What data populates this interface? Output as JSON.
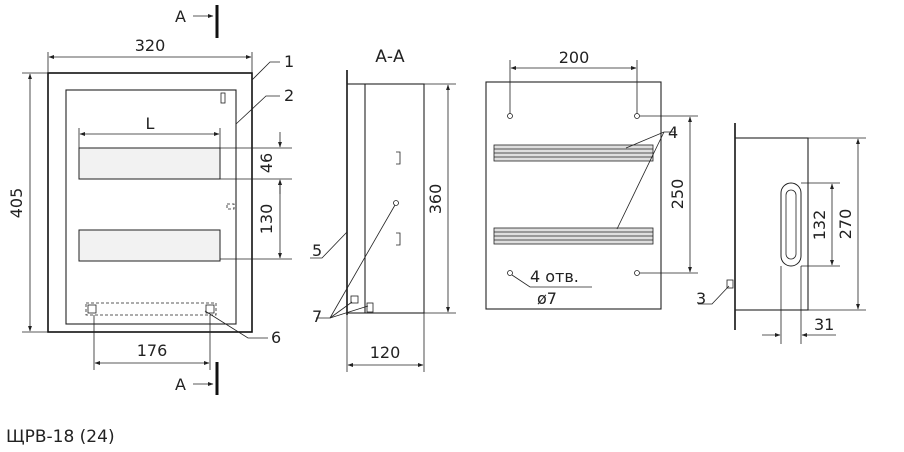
{
  "title": "ЩРВ-18 (24)",
  "section": {
    "name": "А-А",
    "marker_top": "А",
    "marker_bottom": "А"
  },
  "front_view": {
    "width": "320",
    "height": "405",
    "din_length": "L",
    "din_height": "46",
    "din_pitch": "130",
    "bottom_span": "176"
  },
  "section_view": {
    "height": "360",
    "depth": "120"
  },
  "back_view": {
    "hole_spacing_x": "200",
    "hole_spacing_y": "250",
    "holes_line1": "4 отв.",
    "holes_line2": "ø7"
  },
  "side_view": {
    "height": "270",
    "slot_height": "132",
    "offset": "31"
  },
  "callouts": {
    "c1": "1",
    "c2": "2",
    "c3": "3",
    "c4": "4",
    "c5": "5",
    "c6": "6",
    "c7": "7"
  }
}
